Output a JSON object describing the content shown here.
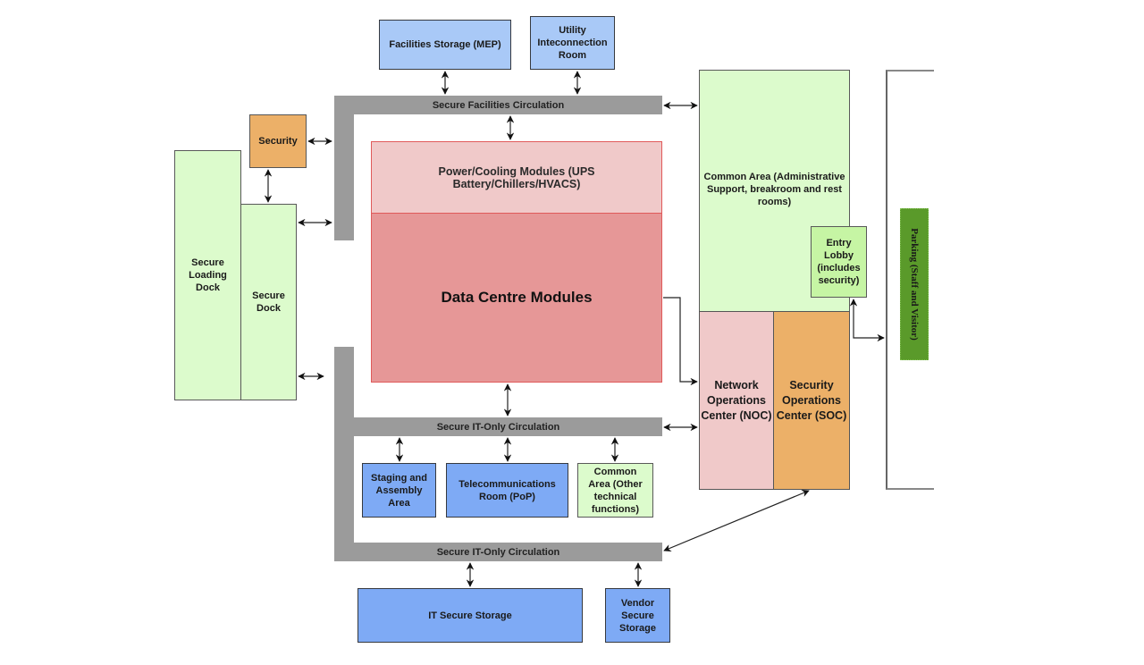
{
  "diagram": {
    "title": "",
    "nodes": {
      "facilities_storage": "Facilities Storage (MEP)",
      "utility_room": "Utility Inteconnection Room",
      "security": "Security",
      "secure_loading_dock": "Secure Loading Dock",
      "secure_dock": "Secure Dock",
      "power_cooling": "Power/Cooling Modules (UPS Battery/Chillers/HVACS)",
      "data_centre": "Data Centre Modules",
      "common_area_admin": "Common Area (Administrative Support, breakroom and rest rooms)",
      "entry_lobby": "Entry Lobby (includes security)",
      "noc": "Network Operations Center (NOC)",
      "soc": "Security Operations Center (SOC)",
      "parking": "Parking (Staff and Visitor)",
      "staging": "Staging and Assembly Area",
      "telecom": "Telecommunications Room (PoP)",
      "common_area_tech": "Common Area (Other technical functions)",
      "it_storage": "IT Secure Storage",
      "vendor_storage": "Vendor Secure Storage"
    },
    "circulation": {
      "facilities": "Secure Facilities Circulation",
      "it_only_1": "Secure IT-Only Circulation",
      "it_only_2": "Secure IT-Only Circulation"
    },
    "colors": {
      "storage_blue": "#a9c9f7",
      "it_blue": "#7eaaf5",
      "common_green": "#dcfbcc",
      "lobby_green": "#c6f5a4",
      "security_orange": "#ecb068",
      "noc_pink": "#f0c9c9",
      "datacentre_red": "#e69797",
      "circulation_gray": "#9b9b9b",
      "parking_green": "#5a9a2a"
    },
    "edges": [
      {
        "from": "facilities_storage",
        "to": "circulation.facilities",
        "type": "bidirectional"
      },
      {
        "from": "utility_room",
        "to": "circulation.facilities",
        "type": "bidirectional"
      },
      {
        "from": "circulation.facilities",
        "to": "common_area_admin",
        "type": "bidirectional"
      },
      {
        "from": "circulation.facilities",
        "to": "power_cooling",
        "type": "bidirectional"
      },
      {
        "from": "security",
        "to": "circulation.facilities",
        "type": "bidirectional"
      },
      {
        "from": "security",
        "to": "secure_dock",
        "type": "bidirectional"
      },
      {
        "from": "secure_dock",
        "to": "circulation.facilities",
        "type": "bidirectional"
      },
      {
        "from": "secure_dock",
        "to": "circulation.it_only_1",
        "type": "bidirectional"
      },
      {
        "from": "data_centre",
        "to": "circulation.it_only_1",
        "type": "bidirectional"
      },
      {
        "from": "data_centre",
        "to": "noc",
        "type": "directed"
      },
      {
        "from": "circulation.it_only_1",
        "to": "noc",
        "type": "bidirectional"
      },
      {
        "from": "circulation.it_only_1",
        "to": "staging",
        "type": "bidirectional"
      },
      {
        "from": "circulation.it_only_1",
        "to": "telecom",
        "type": "bidirectional"
      },
      {
        "from": "circulation.it_only_1",
        "to": "common_area_tech",
        "type": "bidirectional"
      },
      {
        "from": "circulation.it_only_2",
        "to": "it_storage",
        "type": "bidirectional"
      },
      {
        "from": "circulation.it_only_2",
        "to": "vendor_storage",
        "type": "bidirectional"
      },
      {
        "from": "circulation.it_only_2",
        "to": "soc",
        "type": "bidirectional"
      },
      {
        "from": "entry_lobby",
        "to": "parking",
        "type": "bidirectional"
      }
    ]
  }
}
